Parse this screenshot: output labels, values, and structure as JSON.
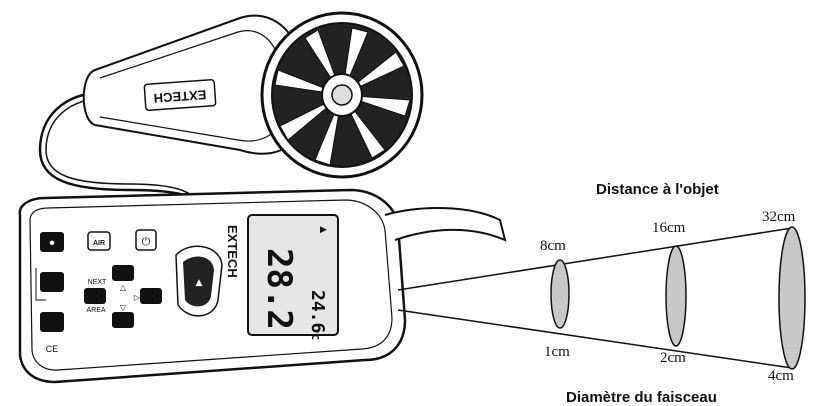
{
  "labels": {
    "distance_title": "Distance à l'objet",
    "diameter_title": "Diamètre du faisceau",
    "distances": [
      "8cm",
      "16cm",
      "32cm"
    ],
    "diameters": [
      "1cm",
      "2cm",
      "4cm"
    ]
  },
  "device": {
    "brand": "EXTECH",
    "probe_brand": "EXTECH",
    "reading_main": "28.2",
    "reading_temp": "24.6",
    "temp_unit": "°C",
    "next_label": "NEXT",
    "area_label": "AREA",
    "air_button": "AIR",
    "ce_mark": "CE"
  },
  "colors": {
    "ink": "#111111",
    "ellipse_fill": "#c8c8c8",
    "lcd_bg": "#e6e6e6"
  }
}
